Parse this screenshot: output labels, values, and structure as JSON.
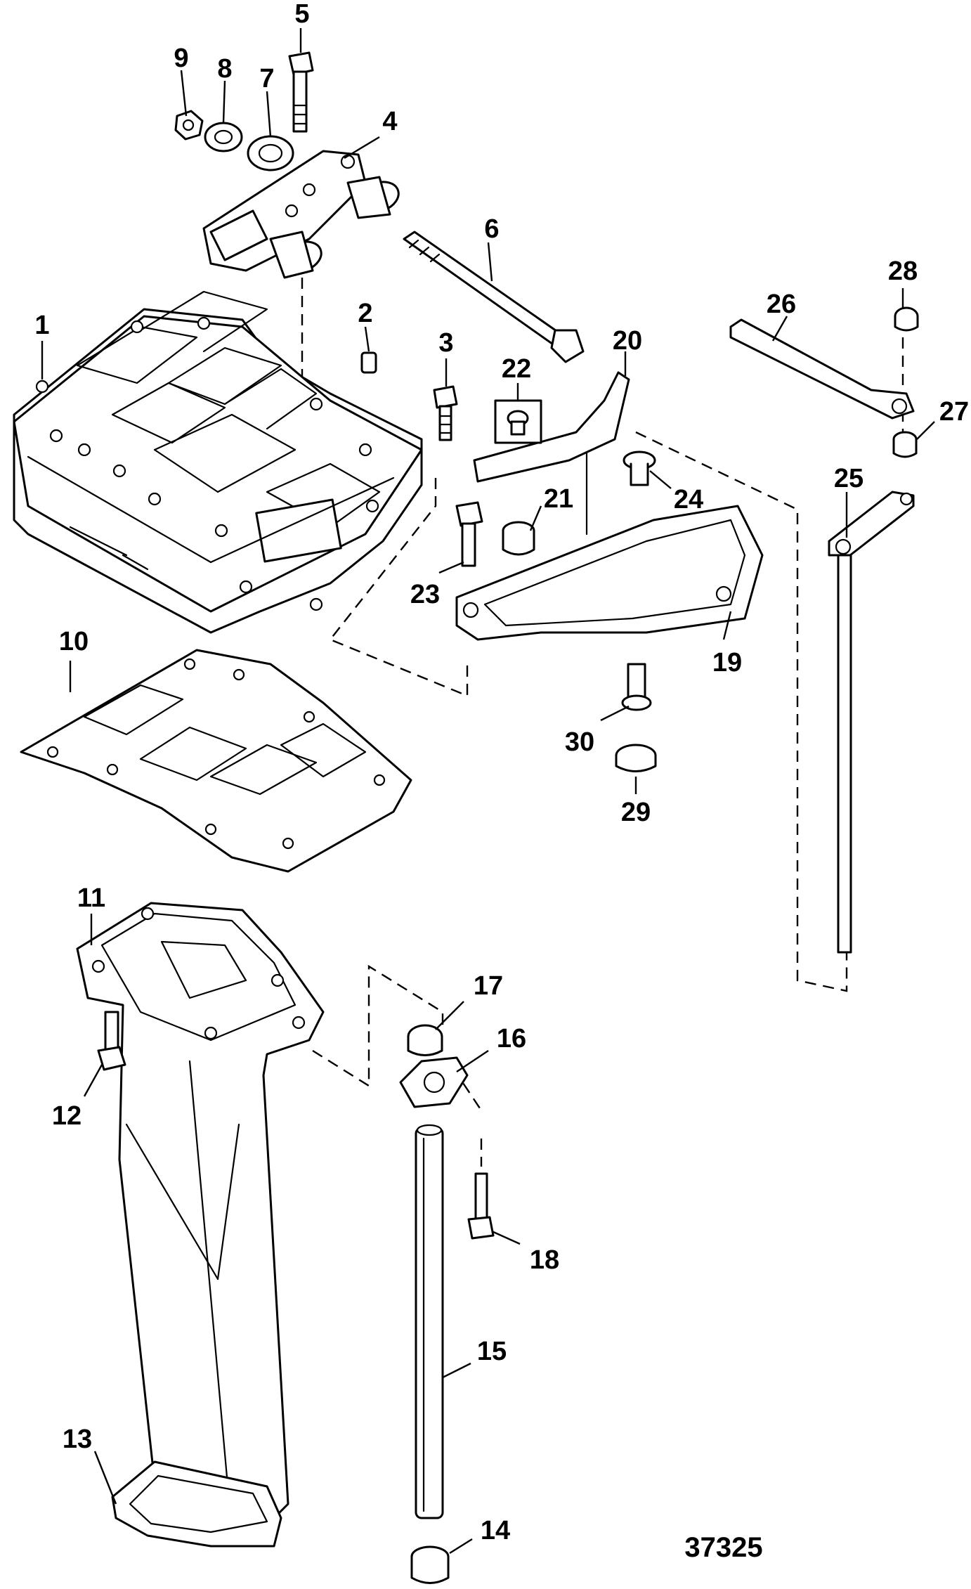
{
  "diagram": {
    "figure_number": "37325",
    "callouts": {
      "c1": "1",
      "c2": "2",
      "c3": "3",
      "c4": "4",
      "c5": "5",
      "c6": "6",
      "c7": "7",
      "c8": "8",
      "c9": "9",
      "c10": "10",
      "c11": "11",
      "c12": "12",
      "c13": "13",
      "c14": "14",
      "c15": "15",
      "c16": "16",
      "c17": "17",
      "c18": "18",
      "c19": "19",
      "c20": "20",
      "c21": "21",
      "c22": "22",
      "c23": "23",
      "c24": "24",
      "c25": "25",
      "c26": "26",
      "c27": "27",
      "c28": "28",
      "c29": "29",
      "c30": "30"
    }
  }
}
